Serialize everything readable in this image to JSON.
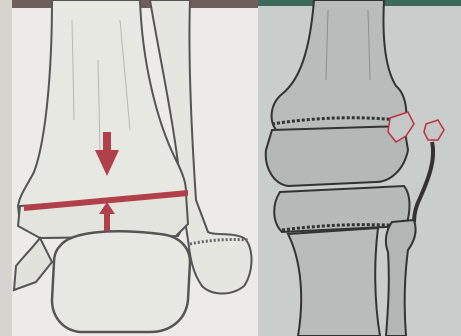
{
  "figure": {
    "panels": [
      {
        "subject": "ankle-distal-tibia-physeal-fracture",
        "annotations": [
          "compression-arrow-down",
          "compression-arrow-up",
          "fracture-line"
        ]
      },
      {
        "subject": "knee-fracture-with-avulsed-fragment"
      }
    ]
  },
  "colors": {
    "bone_fill": "#e8e8e3",
    "bone_outline": "#555555",
    "annotation_red": "#b0404a",
    "right_panel_bg": "#c9cdcb",
    "right_bone_fill": "#b8bcba"
  },
  "icons": {
    "compression_arrow": "arrow-icon"
  }
}
